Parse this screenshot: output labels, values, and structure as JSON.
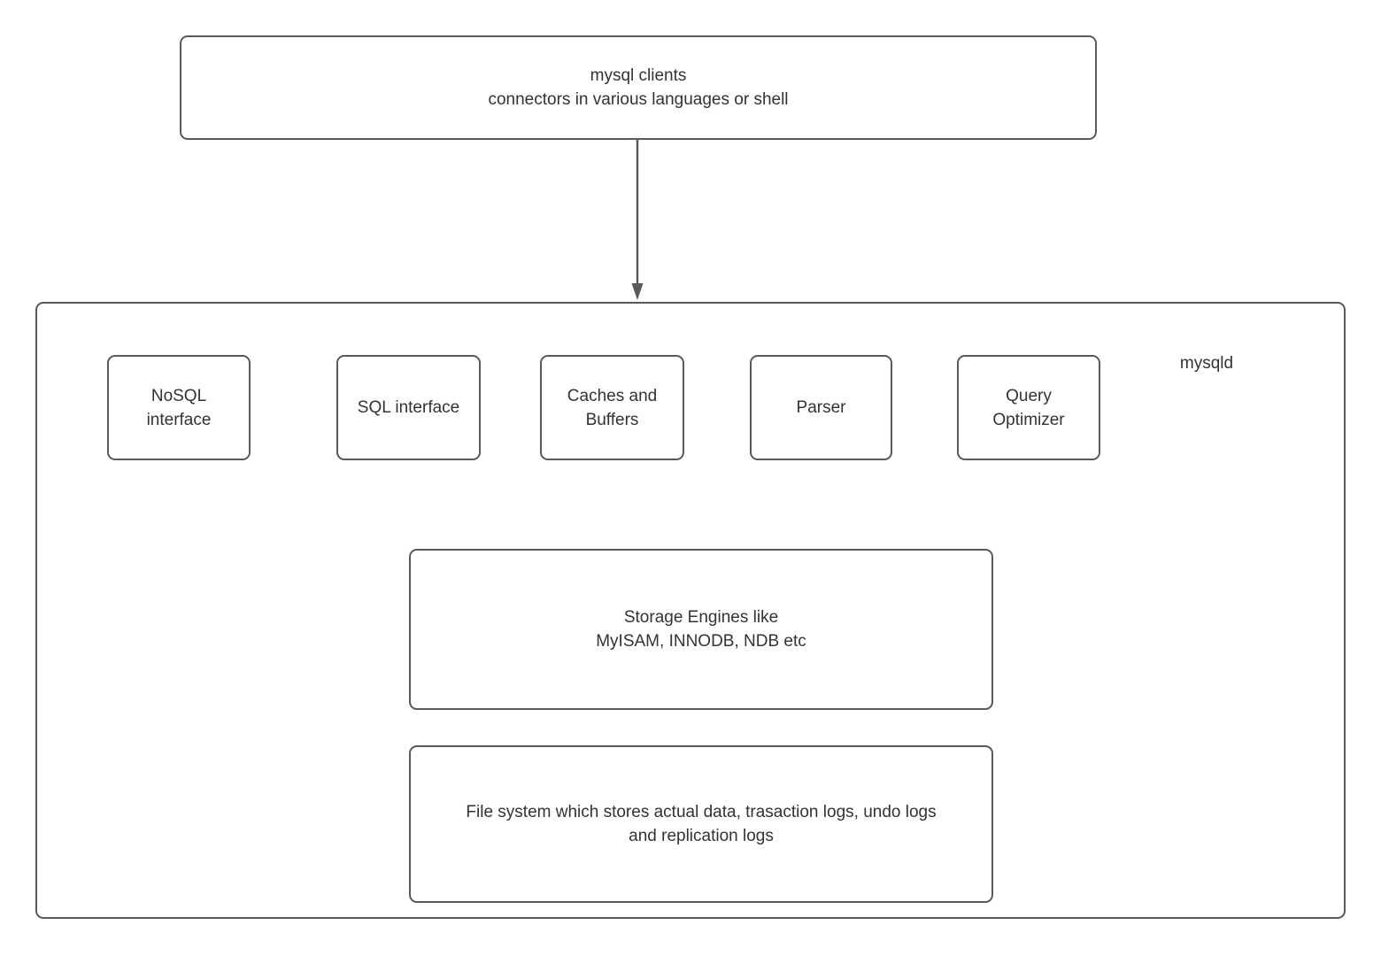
{
  "colors": {
    "border": "#595959",
    "text": "#333333",
    "background": "#ffffff"
  },
  "clients_box": {
    "line1": "mysql clients",
    "line2": "connectors in various languages or shell"
  },
  "mysqld": {
    "label": "mysqld",
    "components": [
      {
        "id": "nosql-interface",
        "line1": "NoSQL",
        "line2": "interface"
      },
      {
        "id": "sql-interface",
        "line1": "SQL interface",
        "line2": ""
      },
      {
        "id": "caches-and-buffers",
        "line1": "Caches and",
        "line2": "Buffers"
      },
      {
        "id": "parser",
        "line1": "Parser",
        "line2": ""
      },
      {
        "id": "query-optimizer",
        "line1": "Query",
        "line2": "Optimizer"
      }
    ],
    "storage_engines_box": {
      "line1": "Storage Engines like",
      "line2": "MyISAM, INNODB, NDB etc"
    },
    "file_system_box": {
      "line1": "File system which stores actual data, trasaction logs, undo logs",
      "line2": "and replication logs"
    }
  }
}
